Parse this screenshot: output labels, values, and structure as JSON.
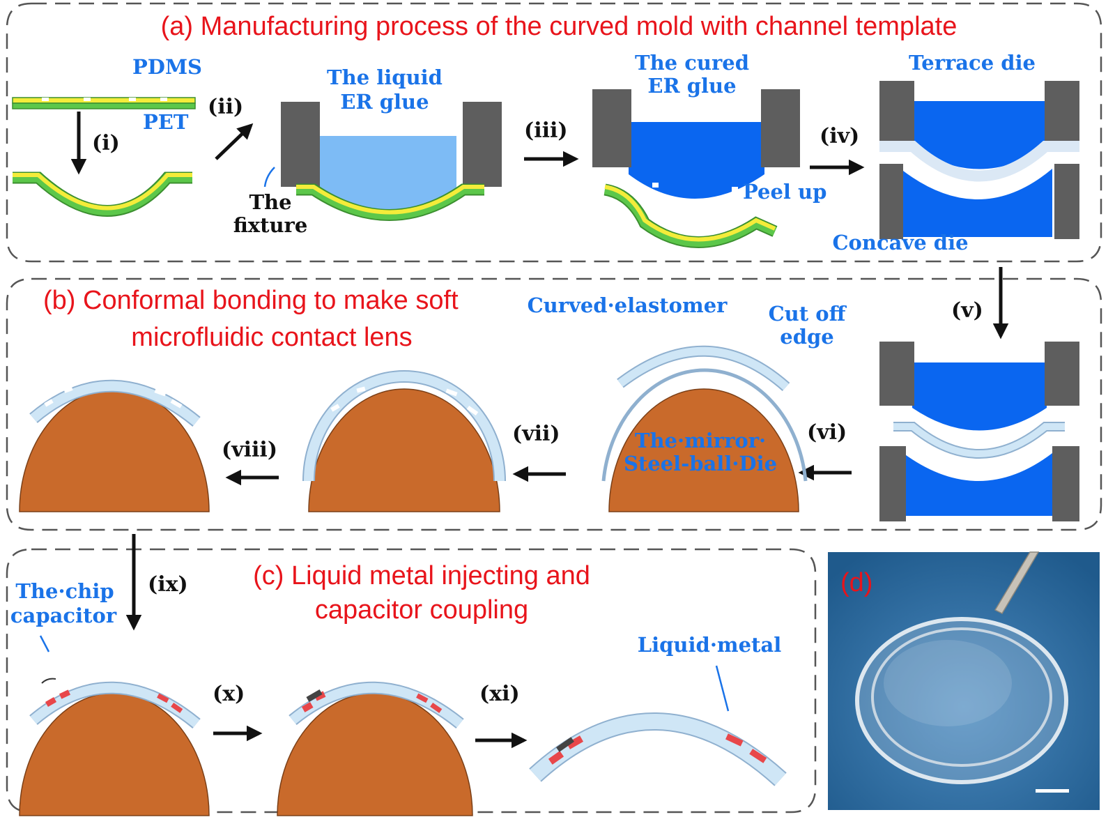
{
  "panels": {
    "a": {
      "title": "(a) Manufacturing process of the curved mold with channel template",
      "labels": {
        "pdms": "PDMS",
        "pet": "PET",
        "liquid_1": "The liquid",
        "liquid_2": "ER glue",
        "fixture_1": "The",
        "fixture_2": "fixture",
        "cured_1": "The cured",
        "cured_2": "ER glue",
        "peel": "Peel up",
        "terrace": "Terrace die",
        "concave": "Concave die"
      }
    },
    "b": {
      "title_1": "(b) Conformal bonding to make soft",
      "title_2": "microfluidic contact lens",
      "labels": {
        "curved": "Curved·elastomer",
        "cut_1": "Cut off",
        "cut_2": "edge",
        "mirror_1": "The·mirror·",
        "mirror_2": "Steel-ball·Die"
      }
    },
    "c": {
      "title_1": "(c) Liquid metal injecting and",
      "title_2": "capacitor coupling",
      "labels": {
        "chip_1": "The·chip",
        "chip_2": "capacitor",
        "metal": "Liquid·metal"
      }
    },
    "d": {
      "label": "(d)"
    }
  },
  "steps": {
    "i": "(i)",
    "ii": "(ii)",
    "iii": "(iii)",
    "iv": "(iv)",
    "v": "(v)",
    "vi": "(vi)",
    "vii": "(vii)",
    "viii": "(viii)",
    "ix": "(ix)",
    "x": "(x)",
    "xi": "(xi)"
  },
  "colors": {
    "title_red": "#e8141b",
    "label_blue": "#1a73e8",
    "die_gray": "#5e5e5e",
    "cured_glue_blue": "#0a66f0",
    "liquid_glue_blue": "#7dbbf5",
    "ball_brown": "#c96a2b",
    "lens_light_blue": "#cfe6f6",
    "pdms_yellow": "#f4ec3a",
    "pet_green": "#5cc74a",
    "metal_red": "#e8474a",
    "photo_bg": "#2a6fa6"
  }
}
